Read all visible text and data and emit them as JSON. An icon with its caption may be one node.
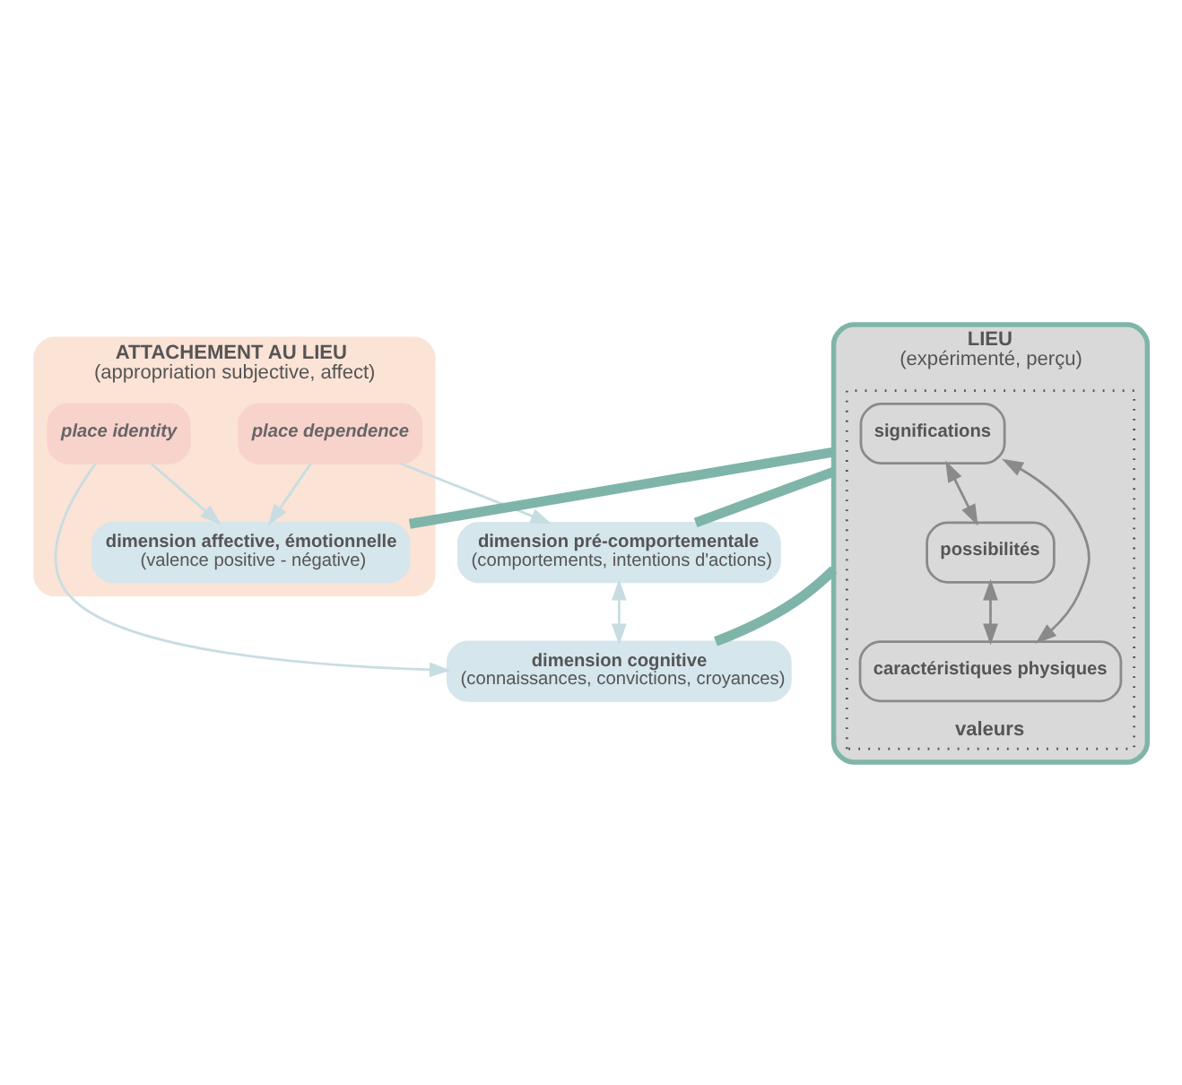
{
  "diagram": {
    "nodes": [
      {
        "text": [
          "ATTACHEMENT AU LIEU",
          "(appropriation subjective, affect)"
        ]
      },
      {
        "text": [
          "dimension affective, émotionnelle",
          "(valence positive - négative)"
        ],
        "in": 0
      },
      {
        "text": [
          "place dependence"
        ],
        "in": 0
      },
      {
        "text": [
          "place identity"
        ],
        "in": 0
      },
      {
        "text": [
          "LIEU",
          "(expérimenté, perçu)"
        ]
      },
      {
        "text": [
          "valeurs"
        ],
        "in": 4
      },
      {
        "text": [
          "significations"
        ],
        "in": 5
      },
      {
        "text": [
          "possibilités"
        ],
        "in": 5
      },
      {
        "text": [
          "caractéristiques physiques"
        ],
        "in": 5
      },
      {
        "text": [
          "dimension pré-comportementale",
          "(comportements, intentions d'actions)"
        ]
      },
      {
        "text": [
          "dimension cognitive",
          "(connaissances, convictions, croyances)"
        ]
      }
    ],
    "edges": [
      {
        "from": 2,
        "to": 1,
        "arrow": "to"
      },
      {
        "from": 3,
        "to": 1,
        "arrow": "to"
      },
      {
        "from": 4,
        "to": 1,
        "arrow": "none",
        "style": "thick",
        "color": "#7fb5a9"
      },
      {
        "from": 6,
        "to": 7,
        "arrow": "both",
        "color": "#8a8a8a"
      },
      {
        "from": 6,
        "to": 8,
        "arrow": "both",
        "color": "#8a8a8a"
      },
      {
        "from": 7,
        "to": 8,
        "arrow": "both",
        "color": "#8a8a8a"
      },
      {
        "from": 2,
        "to": 9,
        "arrow": "to"
      },
      {
        "from": 3,
        "to": 10,
        "arrow": "to"
      },
      {
        "from": 4,
        "to": 9,
        "arrow": "none",
        "style": "thick",
        "color": "#7fb5a9"
      },
      {
        "from": 4,
        "to": 10,
        "arrow": "none",
        "style": "thick",
        "color": "#7fb5a9"
      },
      {
        "from": 9,
        "to": 10,
        "arrow": "both"
      }
    ]
  }
}
